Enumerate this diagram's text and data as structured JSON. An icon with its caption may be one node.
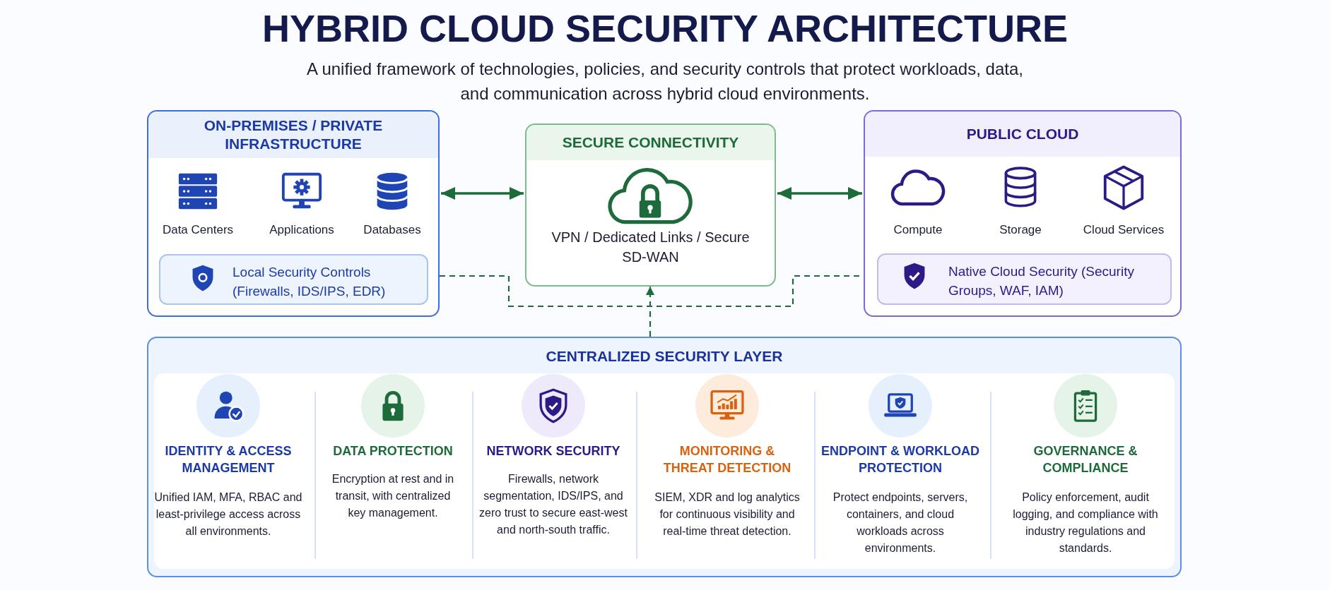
{
  "diagram": {
    "title": "HYBRID CLOUD SECURITY ARCHITECTURE",
    "nodes": [
      {
        "text": [
          "ON-PREMISES / PRIVATE INFRASTRUCTURE"
        ]
      },
      {
        "text": [
          "Local Security Controls (Firewalls, IDS/IPS, EDR)"
        ],
        "in": 0
      },
      {
        "text": [
          "SECURE CONNECTIVITY",
          "VPN / Dedicated Links / Secure SD-WAN"
        ]
      },
      {
        "text": [
          "PUBLIC CLOUD"
        ]
      },
      {
        "text": [
          "Native Cloud Security (Security Groups, WAF, IAM)"
        ],
        "in": 3
      },
      {
        "text": [
          "CENTRALIZED SECURITY LAYER"
        ]
      }
    ],
    "edges": [
      {
        "from": 0,
        "to": 2,
        "arrow": "both"
      },
      {
        "from": 2,
        "to": 3,
        "arrow": "both"
      },
      {
        "from": 0,
        "to": 3,
        "arrow": "none",
        "style": "dashed"
      },
      {
        "from": 5,
        "to": 2,
        "arrow": "to",
        "style": "dashed"
      }
    ],
    "labels": [
      "A unified framework of technologies, policies, and security controls that protect workloads, data, and communication across hybrid cloud environments.",
      "Data Centers",
      "Applications",
      "Databases",
      "Compute",
      "Storage",
      "Cloud Services",
      "IDENTITY & ACCESS MANAGEMENT",
      "Unified IAM, MFA, RBAC and least-privilege access across all environments.",
      "DATA PROTECTION",
      "Encryption at rest and in transit, with centralized key management.",
      "NETWORK SECURITY",
      "Firewalls, network segmentation, IDS/IPS, and zero trust to secure east-west and north-south traffic.",
      "MONITORING & THREAT DETECTION",
      "SIEM, XDR and log analytics for continuous visibility and real-time threat detection.",
      "ENDPOINT & WORKLOAD PROTECTION",
      "Protect endpoints, servers, containers, and cloud workloads across environments.",
      "GOVERNANCE & COMPLIANCE",
      "Policy enforcement, audit logging, and compliance with industry regulations and standards."
    ]
  }
}
